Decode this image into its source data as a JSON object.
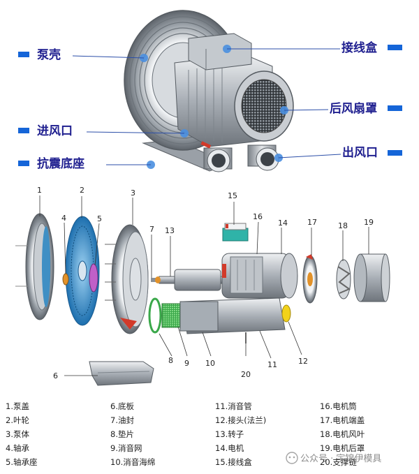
{
  "callouts": {
    "pump_casing": "泵壳",
    "junction_box": "接线盒",
    "rear_fan_cover": "后风扇罩",
    "air_inlet": "进风口",
    "air_outlet": "出风口",
    "anti_vibration_base": "抗震底座"
  },
  "part_numbers": [
    "1",
    "2",
    "3",
    "4",
    "5",
    "6",
    "7",
    "8",
    "9",
    "10",
    "11",
    "12",
    "13",
    "14",
    "15",
    "16",
    "17",
    "18",
    "19",
    "20"
  ],
  "legend": {
    "col1": [
      "1.泵盖",
      "2.叶轮",
      "3.泵体",
      "4.轴承",
      "5.轴承座"
    ],
    "col2": [
      "6.底板",
      "7.油封",
      "8.垫片",
      "9.消音网",
      "10.消音海绵"
    ],
    "col3": [
      "11.消音管",
      "12.接头(法兰)",
      "13.转子",
      "14.电机",
      "15.接线盒"
    ],
    "col4": [
      "16.电机筒",
      "17.电机端盖",
      "18.电机风叶",
      "19.电机后罩",
      "20.支撑链"
    ]
  },
  "watermark": {
    "text": "公众号 · 宇锦伊模具"
  },
  "colors": {
    "callout_text": "#1f1f8f",
    "callout_bar": "#1565d8",
    "impeller_blue": "#2f8fd0",
    "metal": "#b9bec4",
    "red_accent": "#d23a2a",
    "green_mesh": "#58c05a",
    "yellow_flange": "#f2d21a"
  }
}
